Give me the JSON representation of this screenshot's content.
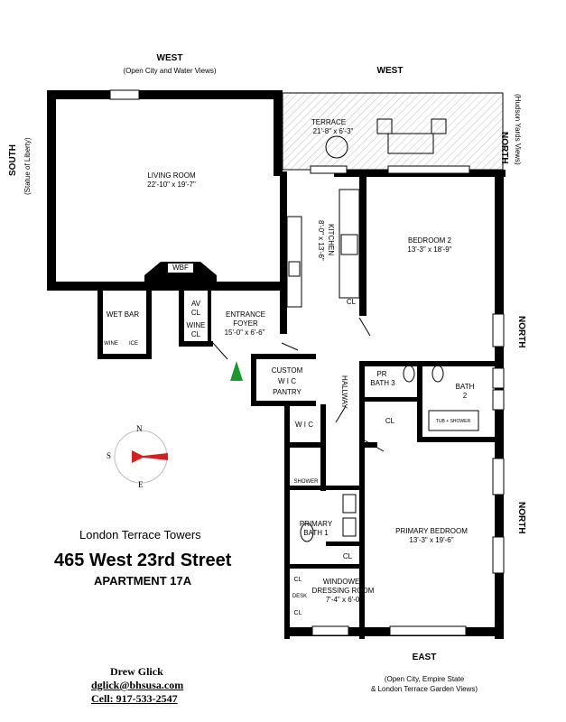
{
  "orientation": {
    "west_top": "WEST",
    "west_top_sub": "(Open City and Water Views)",
    "west_right": "WEST",
    "north_top": "NORTH",
    "north_top_sub": "(Hudson Yards Views)",
    "south": "SOUTH",
    "south_sub": "(Statue of Liberty)",
    "north_mid": "NORTH",
    "north_low": "NORTH",
    "east": "EAST",
    "east_sub1": "(Open City, Empire State",
    "east_sub2": "& London Terrace Garden Views)"
  },
  "rooms": {
    "terrace": "TERRACE",
    "terrace_dim": "21'-8\" x 6'-3\"",
    "living": "LIVING ROOM",
    "living_dim": "22'-10\" x 19'-7\"",
    "kitchen": "KITCHEN",
    "kitchen_dim": "8'-0\" x 13'-6\"",
    "bedroom2": "BEDROOM 2",
    "bedroom2_dim": "13'-3\" x 18'-9\"",
    "wbf": "WBF",
    "wetbar": "WET BAR",
    "wine_fridge": "WINE",
    "ice": "ICE",
    "av_cl_1": "AV",
    "av_cl_2": "CL",
    "wine_cl_1": "WINE",
    "wine_cl_2": "CL",
    "entrance": "ENTRANCE",
    "foyer": "FOYER",
    "foyer_dim": "15'-0\" x 6'-6\"",
    "cl_kitchen": "CL",
    "custom": "CUSTOM",
    "wic_pantry": "W I C",
    "pantry": "PANTRY",
    "hallway": "HALLWAY",
    "pr": "PR",
    "bath3": "BATH 3",
    "bath2_a": "BATH",
    "bath2_b": "2",
    "tub": "TUB + SHOWER",
    "cl_hall": "CL",
    "wic": "W I C",
    "shower": "SHOWER",
    "primary_bath_a": "PRIMARY",
    "primary_bath_b": "BATH 1",
    "cl_bath": "CL",
    "primary_bed": "PRIMARY BEDROOM",
    "primary_bed_dim": "13'-3\" x 19'-6\"",
    "windowed": "WINDOWED",
    "dressing": "DRESSING ROOM",
    "dressing_dim": "7'-4\" x 6'-0\"",
    "cl_d1": "CL",
    "desk": "DESK",
    "cl_d2": "CL"
  },
  "compass": {
    "n": "N",
    "s": "S",
    "e": "E"
  },
  "listing": {
    "building": "London Terrace Towers",
    "address": "465 West 23rd Street",
    "apartment": "APARTMENT 17A"
  },
  "agent": {
    "name": "Drew Glick",
    "email": "dglick@bhsusa.com",
    "cell": "Cell: 917-533-2547"
  }
}
